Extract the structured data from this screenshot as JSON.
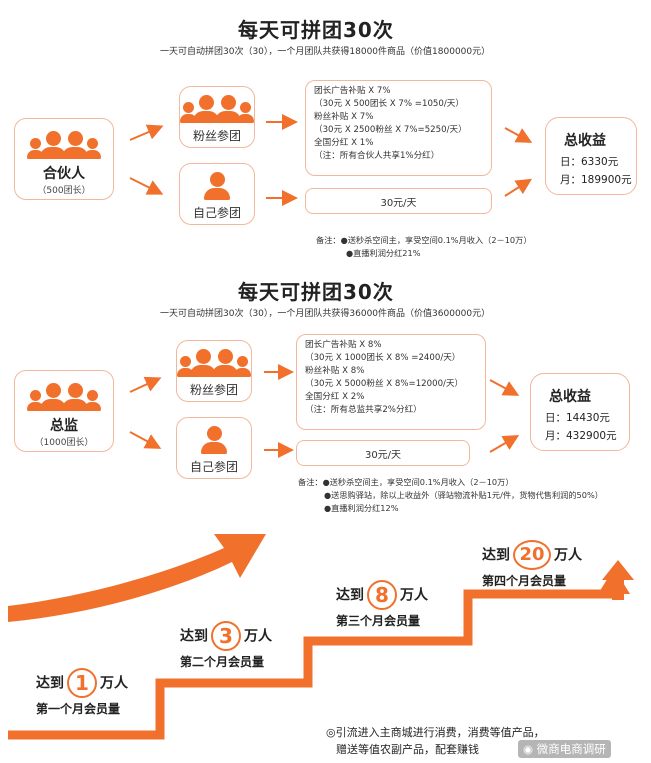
{
  "section1": {
    "title": "每天可拼团30次",
    "subtitle": "一天可自动拼团30次（30），一个月团队共获得18000件商品（价值1800000元）",
    "left_card": {
      "label": "合伙人",
      "sub": "（500团长）"
    },
    "fans_card": {
      "label": "粉丝参团"
    },
    "self_card": {
      "label": "自己参团"
    },
    "detail_lines": [
      "团长广告补贴 X 7%",
      "（30元 X 500团长 X 7% =1050/天）",
      "粉丝补贴 X 7%",
      "（30元 X 2500粉丝 X 7%=5250/天）",
      "全国分红 X 1%",
      "（注：所有合伙人共享1%分红）"
    ],
    "flat_value": "30元/天",
    "total": {
      "title": "总收益",
      "day": "日：6330元",
      "month": "月：189900元"
    },
    "notes": [
      "备注：●送秒杀空间主，享受空间0.1%月收入（2－10万）",
      "●直播利润分红21%"
    ]
  },
  "section2": {
    "title": "每天可拼团30次",
    "subtitle": "一天可自动拼团30次（30），一个月团队共获得36000件商品（价值3600000元）",
    "left_card": {
      "label": "总监",
      "sub": "（1000团长）"
    },
    "fans_card": {
      "label": "粉丝参团"
    },
    "self_card": {
      "label": "自己参团"
    },
    "detail_lines": [
      "团长广告补贴 X 8%",
      "（30元 X 1000团长 X 8% =2400/天）",
      "粉丝补贴 X 8%",
      "（30元 X 5000粉丝 X 8%=12000/天）",
      "全国分红 X 2%",
      "（注：所有总监共享2%分红）"
    ],
    "flat_value": "30元/天",
    "total": {
      "title": "总收益",
      "day": "日：14430元",
      "month": "月：432900元"
    },
    "notes": [
      "备注：●送秒杀空间主，享受空间0.1%月收入（2－10万）",
      "●送思购驿站，除以上收益外（驿站物流补贴1元/件，货物代售利润的50%）",
      "●直播利润分红12%"
    ]
  },
  "steps": [
    {
      "prefix": "达到",
      "num": "1",
      "suffix": "万人",
      "caption": "第一个月会员量"
    },
    {
      "prefix": "达到",
      "num": "3",
      "suffix": "万人",
      "caption": "第二个月会员量"
    },
    {
      "prefix": "达到",
      "num": "8",
      "suffix": "万人",
      "caption": "第三个月会员量"
    },
    {
      "prefix": "达到",
      "num": "20",
      "suffix": "万人",
      "caption": "第四个月会员量"
    }
  ],
  "footer": {
    "line1": "◎引流进入主商城进行消费，消费等值产品，",
    "line2": "赠送等值农副产品，配套赚钱"
  },
  "watermark": "微商电商调研",
  "colors": {
    "accent": "#f0702c",
    "border": "#f3b89b"
  }
}
